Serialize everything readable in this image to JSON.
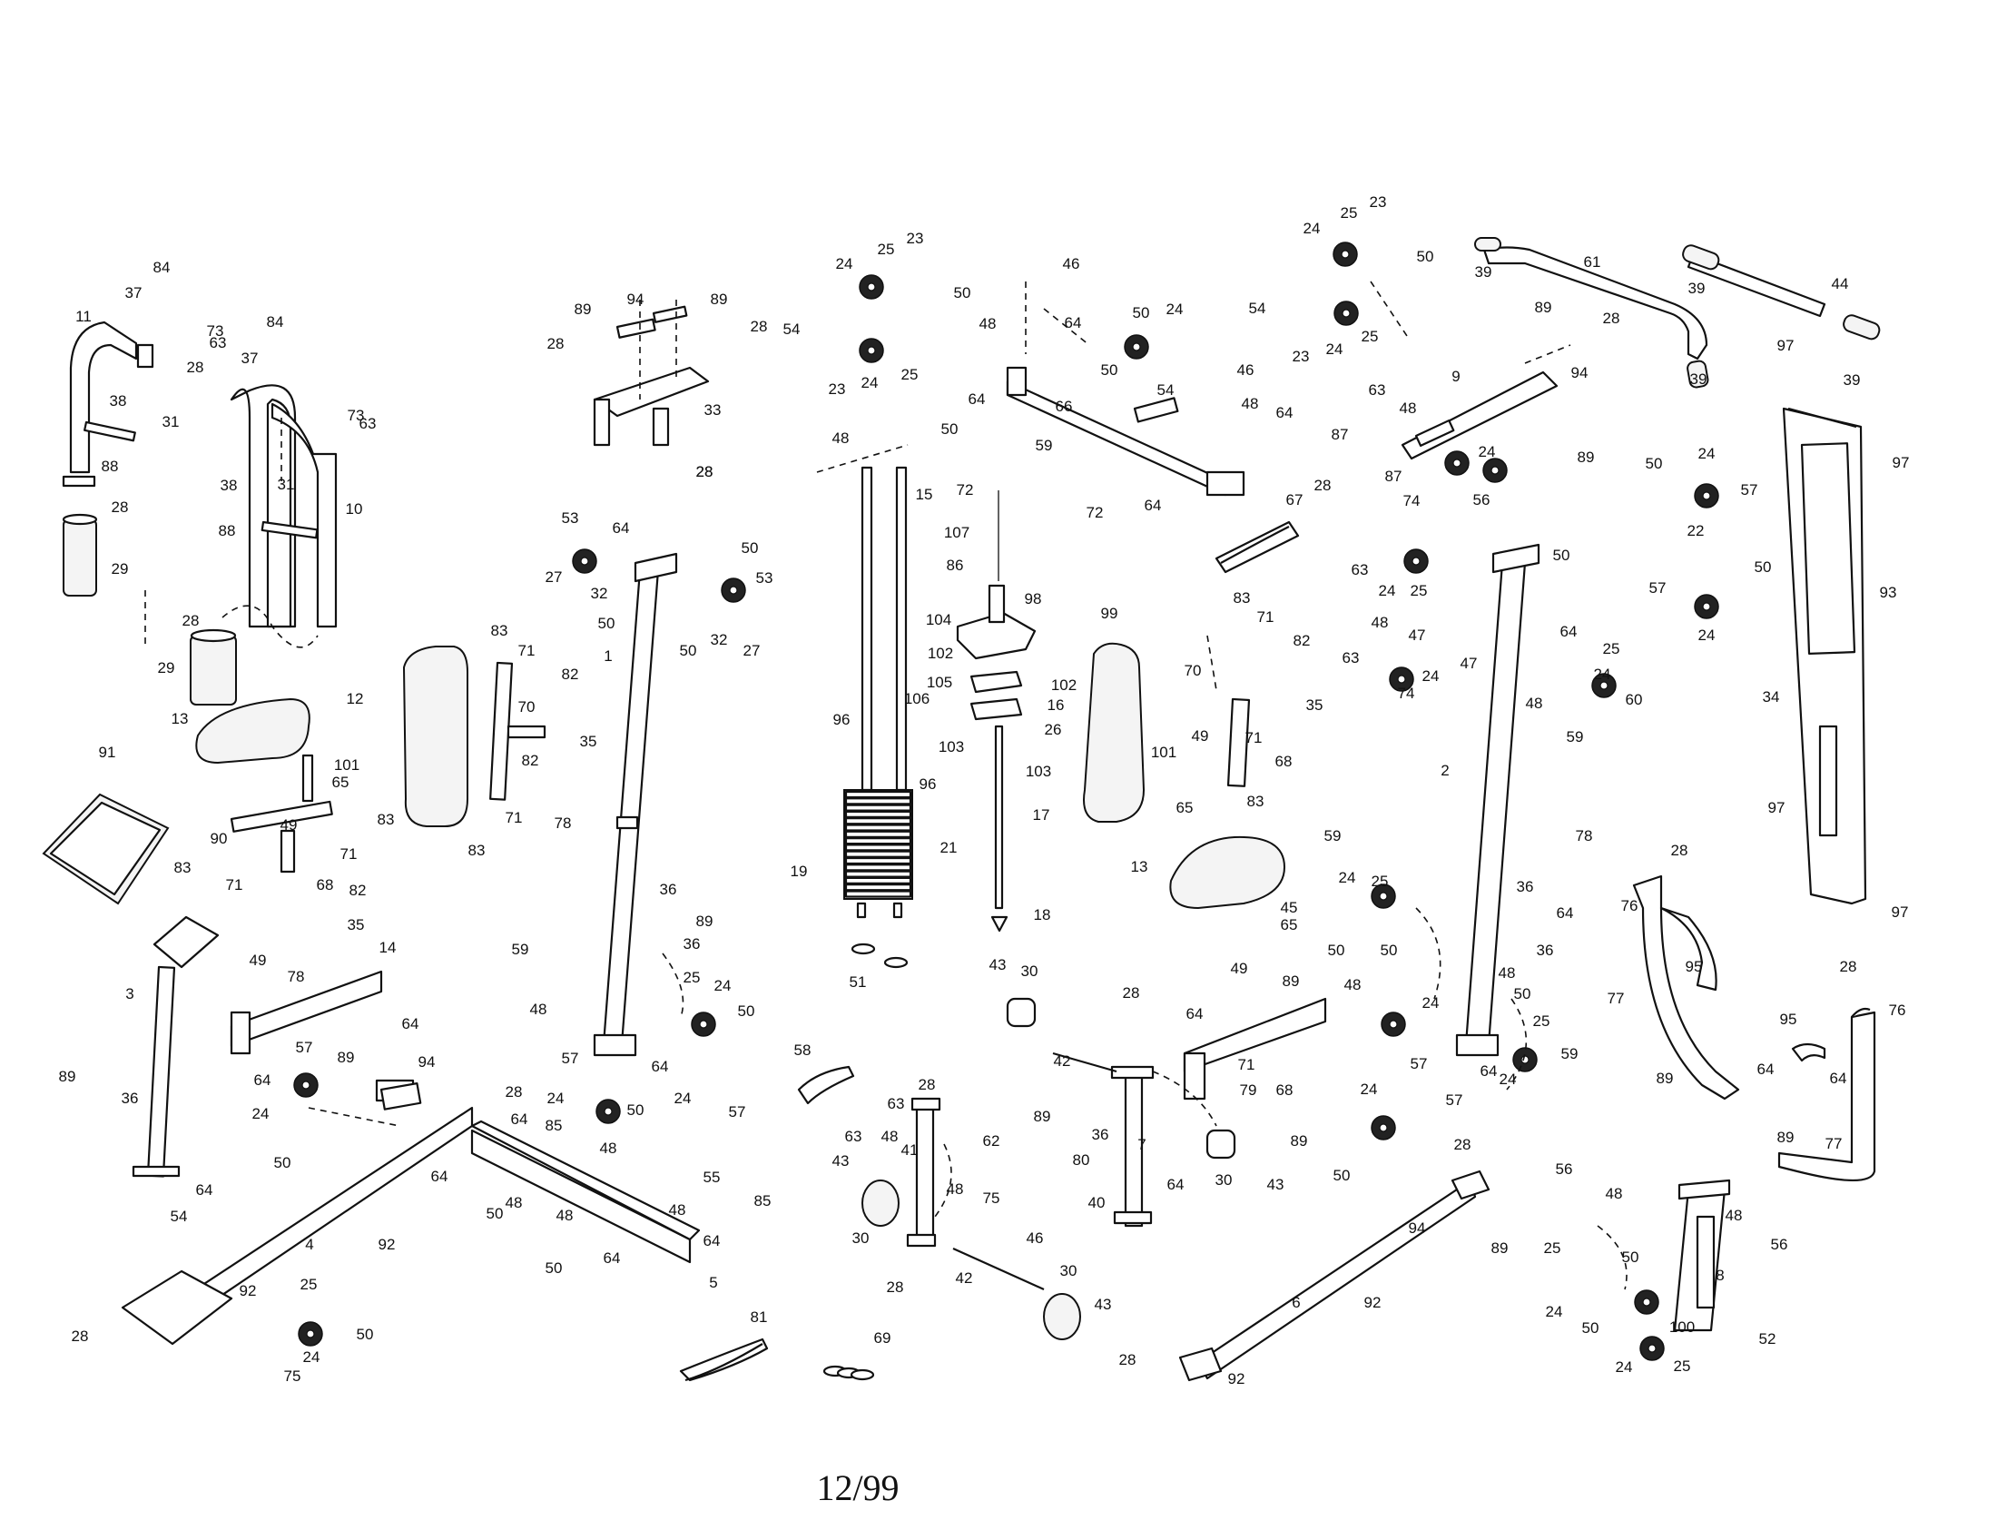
{
  "footer": {
    "date_code": "12/99"
  },
  "callouts": [
    {
      "id": "c84a",
      "label": "84"
    },
    {
      "id": "c37a",
      "label": "37"
    },
    {
      "id": "c11",
      "label": "11"
    },
    {
      "id": "c73a",
      "label": "73"
    },
    {
      "id": "c63a",
      "label": "63"
    },
    {
      "id": "c28a",
      "label": "28"
    },
    {
      "id": "c38a",
      "label": "38"
    },
    {
      "id": "c31a",
      "label": "31"
    },
    {
      "id": "c88a",
      "label": "88"
    },
    {
      "id": "c28b",
      "label": "28"
    },
    {
      "id": "c29a",
      "label": "29"
    },
    {
      "id": "c84b",
      "label": "84"
    },
    {
      "id": "c37b",
      "label": "37"
    },
    {
      "id": "c73b",
      "label": "73"
    },
    {
      "id": "c63b",
      "label": "63"
    },
    {
      "id": "c38b",
      "label": "38"
    },
    {
      "id": "c31b",
      "label": "31"
    },
    {
      "id": "c10",
      "label": "10"
    },
    {
      "id": "c88b",
      "label": "88"
    },
    {
      "id": "c28c",
      "label": "28"
    },
    {
      "id": "c29b",
      "label": "29"
    },
    {
      "id": "c13a",
      "label": "13"
    },
    {
      "id": "c12",
      "label": "12"
    },
    {
      "id": "c91",
      "label": "91"
    },
    {
      "id": "c101a",
      "label": "101"
    },
    {
      "id": "c65a",
      "label": "65"
    },
    {
      "id": "c49a",
      "label": "49"
    },
    {
      "id": "c90",
      "label": "90"
    },
    {
      "id": "c83a",
      "label": "83"
    },
    {
      "id": "c71a",
      "label": "71"
    },
    {
      "id": "c68a",
      "label": "68"
    },
    {
      "id": "c83b",
      "label": "83"
    },
    {
      "id": "c71b",
      "label": "71"
    },
    {
      "id": "c82a",
      "label": "82"
    },
    {
      "id": "c35a",
      "label": "35"
    },
    {
      "id": "c83c",
      "label": "83"
    },
    {
      "id": "c71c",
      "label": "71"
    },
    {
      "id": "c82b",
      "label": "82"
    },
    {
      "id": "c70a",
      "label": "70"
    },
    {
      "id": "c35b",
      "label": "35"
    },
    {
      "id": "c82c",
      "label": "82"
    },
    {
      "id": "c71d",
      "label": "71"
    },
    {
      "id": "c83d",
      "label": "83"
    },
    {
      "id": "c3",
      "label": "3"
    },
    {
      "id": "c49b",
      "label": "49"
    },
    {
      "id": "c78a",
      "label": "78"
    },
    {
      "id": "c14",
      "label": "14"
    },
    {
      "id": "c64a",
      "label": "64"
    },
    {
      "id": "c64b",
      "label": "64"
    },
    {
      "id": "c89a",
      "label": "89"
    },
    {
      "id": "c36a",
      "label": "36"
    },
    {
      "id": "c64c",
      "label": "64"
    },
    {
      "id": "c89b",
      "label": "89"
    },
    {
      "id": "c94a",
      "label": "94"
    },
    {
      "id": "c28d",
      "label": "28"
    },
    {
      "id": "c28e",
      "label": "28"
    },
    {
      "id": "c33",
      "label": "33"
    },
    {
      "id": "c28f",
      "label": "28"
    },
    {
      "id": "c89c",
      "label": "89"
    },
    {
      "id": "c28g",
      "label": "28"
    },
    {
      "id": "c53a",
      "label": "53"
    },
    {
      "id": "c64d",
      "label": "64"
    },
    {
      "id": "c50a",
      "label": "50"
    },
    {
      "id": "c27a",
      "label": "27"
    },
    {
      "id": "c32a",
      "label": "32"
    },
    {
      "id": "c50b",
      "label": "50"
    },
    {
      "id": "c50c",
      "label": "50"
    },
    {
      "id": "c32b",
      "label": "32"
    },
    {
      "id": "c53b",
      "label": "53"
    },
    {
      "id": "c27b",
      "label": "27"
    },
    {
      "id": "c1",
      "label": "1"
    },
    {
      "id": "c78b",
      "label": "78"
    },
    {
      "id": "c36b",
      "label": "36"
    },
    {
      "id": "c89d",
      "label": "89"
    },
    {
      "id": "c36c",
      "label": "36"
    },
    {
      "id": "c59a",
      "label": "59"
    },
    {
      "id": "c48a",
      "label": "48"
    },
    {
      "id": "c25a",
      "label": "25"
    },
    {
      "id": "c24a",
      "label": "24"
    },
    {
      "id": "c50d",
      "label": "50"
    },
    {
      "id": "c64e",
      "label": "64"
    },
    {
      "id": "c57a",
      "label": "57"
    },
    {
      "id": "c24b",
      "label": "24"
    },
    {
      "id": "c50e",
      "label": "50"
    },
    {
      "id": "c89e",
      "label": "89"
    },
    {
      "id": "c94b",
      "label": "94"
    },
    {
      "id": "c28h",
      "label": "28"
    },
    {
      "id": "c64f",
      "label": "64"
    },
    {
      "id": "c64g",
      "label": "64"
    },
    {
      "id": "c85a",
      "label": "85"
    },
    {
      "id": "c57b",
      "label": "57"
    },
    {
      "id": "c24c",
      "label": "24"
    },
    {
      "id": "c50f",
      "label": "50"
    },
    {
      "id": "c24d",
      "label": "24"
    },
    {
      "id": "c57c",
      "label": "57"
    },
    {
      "id": "c48b",
      "label": "48"
    },
    {
      "id": "c55",
      "label": "55"
    },
    {
      "id": "c48c",
      "label": "48"
    },
    {
      "id": "c85b",
      "label": "85"
    },
    {
      "id": "c50g",
      "label": "50"
    },
    {
      "id": "c48d",
      "label": "48"
    },
    {
      "id": "c48e",
      "label": "48"
    },
    {
      "id": "c50h",
      "label": "50"
    },
    {
      "id": "c64h",
      "label": "64"
    },
    {
      "id": "c64i",
      "label": "64"
    },
    {
      "id": "c5",
      "label": "5"
    },
    {
      "id": "c54a",
      "label": "54"
    },
    {
      "id": "c4",
      "label": "4"
    },
    {
      "id": "c92a",
      "label": "92"
    },
    {
      "id": "c92b",
      "label": "92"
    },
    {
      "id": "c25b",
      "label": "25"
    },
    {
      "id": "c24e",
      "label": "24"
    },
    {
      "id": "c50i",
      "label": "50"
    },
    {
      "id": "c28i",
      "label": "28"
    },
    {
      "id": "c75a",
      "label": "75"
    },
    {
      "id": "c24f",
      "label": "24"
    },
    {
      "id": "c25c",
      "label": "25"
    },
    {
      "id": "c23a",
      "label": "23"
    },
    {
      "id": "c50j",
      "label": "50"
    },
    {
      "id": "c54b",
      "label": "54"
    },
    {
      "id": "c23b",
      "label": "23"
    },
    {
      "id": "c24g",
      "label": "24"
    },
    {
      "id": "c25d",
      "label": "25"
    },
    {
      "id": "c48f",
      "label": "48"
    },
    {
      "id": "c50k",
      "label": "50"
    },
    {
      "id": "c15",
      "label": "15"
    },
    {
      "id": "c96a",
      "label": "96"
    },
    {
      "id": "c96b",
      "label": "96"
    },
    {
      "id": "c21",
      "label": "21"
    },
    {
      "id": "c19",
      "label": "19"
    },
    {
      "id": "c51",
      "label": "51"
    },
    {
      "id": "c72a",
      "label": "72"
    },
    {
      "id": "c107",
      "label": "107"
    },
    {
      "id": "c86",
      "label": "86"
    },
    {
      "id": "c98",
      "label": "98"
    },
    {
      "id": "c104",
      "label": "104"
    },
    {
      "id": "c102a",
      "label": "102"
    },
    {
      "id": "c102b",
      "label": "102"
    },
    {
      "id": "c105",
      "label": "105"
    },
    {
      "id": "c106",
      "label": "106"
    },
    {
      "id": "c16",
      "label": "16"
    },
    {
      "id": "c26",
      "label": "26"
    },
    {
      "id": "c103a",
      "label": "103"
    },
    {
      "id": "c103b",
      "label": "103"
    },
    {
      "id": "c17",
      "label": "17"
    },
    {
      "id": "c18",
      "label": "18"
    },
    {
      "id": "c58",
      "label": "58"
    },
    {
      "id": "c81",
      "label": "81"
    },
    {
      "id": "c69",
      "label": "69"
    },
    {
      "id": "c63c",
      "label": "63"
    },
    {
      "id": "c28j",
      "label": "28"
    },
    {
      "id": "c63d",
      "label": "63"
    },
    {
      "id": "c48g",
      "label": "48"
    },
    {
      "id": "c41",
      "label": "41"
    },
    {
      "id": "c62",
      "label": "62"
    },
    {
      "id": "c43a",
      "label": "43"
    },
    {
      "id": "c48h",
      "label": "48"
    },
    {
      "id": "c75b",
      "label": "75"
    },
    {
      "id": "c46a",
      "label": "46"
    },
    {
      "id": "c30a",
      "label": "30"
    },
    {
      "id": "c42a",
      "label": "42"
    },
    {
      "id": "c30b",
      "label": "30"
    },
    {
      "id": "c43b",
      "label": "43"
    },
    {
      "id": "c28k",
      "label": "28"
    },
    {
      "id": "c46b",
      "label": "46"
    },
    {
      "id": "c48i",
      "label": "48"
    },
    {
      "id": "c64j",
      "label": "64"
    },
    {
      "id": "c50l",
      "label": "50"
    },
    {
      "id": "c24h",
      "label": "24"
    },
    {
      "id": "c66",
      "label": "66"
    },
    {
      "id": "c50m",
      "label": "50"
    },
    {
      "id": "c54c",
      "label": "54"
    },
    {
      "id": "c64k",
      "label": "64"
    },
    {
      "id": "c46c",
      "label": "46"
    },
    {
      "id": "c48j",
      "label": "48"
    },
    {
      "id": "c64l",
      "label": "64"
    },
    {
      "id": "c59b",
      "label": "59"
    },
    {
      "id": "c72b",
      "label": "72"
    },
    {
      "id": "c64m",
      "label": "64"
    },
    {
      "id": "c99",
      "label": "99"
    },
    {
      "id": "c13b",
      "label": "13"
    },
    {
      "id": "c43c",
      "label": "43"
    },
    {
      "id": "c30c",
      "label": "30"
    },
    {
      "id": "c42b",
      "label": "42"
    },
    {
      "id": "c28l",
      "label": "28"
    },
    {
      "id": "c89f",
      "label": "89"
    },
    {
      "id": "c36d",
      "label": "36"
    },
    {
      "id": "c80",
      "label": "80"
    },
    {
      "id": "c40",
      "label": "40"
    },
    {
      "id": "c7",
      "label": "7"
    },
    {
      "id": "c64n",
      "label": "64"
    },
    {
      "id": "c30d",
      "label": "30"
    },
    {
      "id": "c43d",
      "label": "43"
    },
    {
      "id": "c45",
      "label": "45"
    },
    {
      "id": "c65b",
      "label": "65"
    },
    {
      "id": "c49c",
      "label": "49"
    },
    {
      "id": "c89g",
      "label": "89"
    },
    {
      "id": "c64o",
      "label": "64"
    },
    {
      "id": "c71e",
      "label": "71"
    },
    {
      "id": "c79",
      "label": "79"
    },
    {
      "id": "c68b",
      "label": "68"
    },
    {
      "id": "c89h",
      "label": "89"
    },
    {
      "id": "c83e",
      "label": "83"
    },
    {
      "id": "c71f",
      "label": "71"
    },
    {
      "id": "c82d",
      "label": "82"
    },
    {
      "id": "c70b",
      "label": "70"
    },
    {
      "id": "c35c",
      "label": "35"
    },
    {
      "id": "c101b",
      "label": "101"
    },
    {
      "id": "c49d",
      "label": "49"
    },
    {
      "id": "c65c",
      "label": "65"
    },
    {
      "id": "c71g",
      "label": "71"
    },
    {
      "id": "c68c",
      "label": "68"
    },
    {
      "id": "c83f",
      "label": "83"
    },
    {
      "id": "c67",
      "label": "67"
    },
    {
      "id": "c24i",
      "label": "24"
    },
    {
      "id": "c25e",
      "label": "25"
    },
    {
      "id": "c23c",
      "label": "23"
    },
    {
      "id": "c50n",
      "label": "50"
    },
    {
      "id": "c54d",
      "label": "54"
    },
    {
      "id": "c23d",
      "label": "23"
    },
    {
      "id": "c24j",
      "label": "24"
    },
    {
      "id": "c25f",
      "label": "25"
    },
    {
      "id": "c89i",
      "label": "89"
    },
    {
      "id": "c28m",
      "label": "28"
    },
    {
      "id": "c9",
      "label": "9"
    },
    {
      "id": "c94c",
      "label": "94"
    },
    {
      "id": "c63e",
      "label": "63"
    },
    {
      "id": "c48k",
      "label": "48"
    },
    {
      "id": "c87a",
      "label": "87"
    },
    {
      "id": "c24k",
      "label": "24"
    },
    {
      "id": "c89j",
      "label": "89"
    },
    {
      "id": "c28n",
      "label": "28"
    },
    {
      "id": "c87b",
      "label": "87"
    },
    {
      "id": "c74a",
      "label": "74"
    },
    {
      "id": "c56a",
      "label": "56"
    },
    {
      "id": "c63f",
      "label": "63"
    },
    {
      "id": "c24l",
      "label": "24"
    },
    {
      "id": "c25g",
      "label": "25"
    },
    {
      "id": "c50o",
      "label": "50"
    },
    {
      "id": "c64p",
      "label": "64"
    },
    {
      "id": "c48l",
      "label": "48"
    },
    {
      "id": "c63g",
      "label": "63"
    },
    {
      "id": "c47a",
      "label": "47"
    },
    {
      "id": "c24m",
      "label": "24"
    },
    {
      "id": "c47b",
      "label": "47"
    },
    {
      "id": "c74b",
      "label": "74"
    },
    {
      "id": "c25h",
      "label": "25"
    },
    {
      "id": "c24n",
      "label": "24"
    },
    {
      "id": "c60",
      "label": "60"
    },
    {
      "id": "c48m",
      "label": "48"
    },
    {
      "id": "c59c",
      "label": "59"
    },
    {
      "id": "c2",
      "label": "2"
    },
    {
      "id": "c78c",
      "label": "78"
    },
    {
      "id": "c59d",
      "label": "59"
    },
    {
      "id": "c24o",
      "label": "24"
    },
    {
      "id": "c25i",
      "label": "25"
    },
    {
      "id": "c36e",
      "label": "36"
    },
    {
      "id": "c64q",
      "label": "64"
    },
    {
      "id": "c36f",
      "label": "36"
    },
    {
      "id": "c50p",
      "label": "50"
    },
    {
      "id": "c50q",
      "label": "50"
    },
    {
      "id": "c48n",
      "label": "48"
    },
    {
      "id": "c48o",
      "label": "48"
    },
    {
      "id": "c50r",
      "label": "50"
    },
    {
      "id": "c24p",
      "label": "24"
    },
    {
      "id": "c57d",
      "label": "57"
    },
    {
      "id": "c25j",
      "label": "25"
    },
    {
      "id": "c64r",
      "label": "64"
    },
    {
      "id": "c24q",
      "label": "24"
    },
    {
      "id": "c59e",
      "label": "59"
    },
    {
      "id": "c24r",
      "label": "24"
    },
    {
      "id": "c57e",
      "label": "57"
    },
    {
      "id": "c50s",
      "label": "50"
    },
    {
      "id": "c28o",
      "label": "28"
    },
    {
      "id": "c94d",
      "label": "94"
    },
    {
      "id": "c89k",
      "label": "89"
    },
    {
      "id": "c6",
      "label": "6"
    },
    {
      "id": "c92c",
      "label": "92"
    },
    {
      "id": "c28p",
      "label": "28"
    },
    {
      "id": "c92d",
      "label": "92"
    },
    {
      "id": "c39a",
      "label": "39"
    },
    {
      "id": "c61",
      "label": "61"
    },
    {
      "id": "c39b",
      "label": "39"
    },
    {
      "id": "c44",
      "label": "44"
    },
    {
      "id": "c39c",
      "label": "39"
    },
    {
      "id": "c39d",
      "label": "39"
    },
    {
      "id": "c97a",
      "label": "97"
    },
    {
      "id": "c97b",
      "label": "97"
    },
    {
      "id": "c93",
      "label": "93"
    },
    {
      "id": "c34",
      "label": "34"
    },
    {
      "id": "c97c",
      "label": "97"
    },
    {
      "id": "c97d",
      "label": "97"
    },
    {
      "id": "c50t",
      "label": "50"
    },
    {
      "id": "c24s",
      "label": "24"
    },
    {
      "id": "c57f",
      "label": "57"
    },
    {
      "id": "c22",
      "label": "22"
    },
    {
      "id": "c50u",
      "label": "50"
    },
    {
      "id": "c57g",
      "label": "57"
    },
    {
      "id": "c24t",
      "label": "24"
    },
    {
      "id": "c28q",
      "label": "28"
    },
    {
      "id": "c76a",
      "label": "76"
    },
    {
      "id": "c95a",
      "label": "95"
    },
    {
      "id": "c77a",
      "label": "77"
    },
    {
      "id": "c64s",
      "label": "64"
    },
    {
      "id": "c89l",
      "label": "89"
    },
    {
      "id": "c28r",
      "label": "28"
    },
    {
      "id": "c76b",
      "label": "76"
    },
    {
      "id": "c95b",
      "label": "95"
    },
    {
      "id": "c64t",
      "label": "64"
    },
    {
      "id": "c89m",
      "label": "89"
    },
    {
      "id": "c77b",
      "label": "77"
    },
    {
      "id": "c56b",
      "label": "56"
    },
    {
      "id": "c48p",
      "label": "48"
    },
    {
      "id": "c48q",
      "label": "48"
    },
    {
      "id": "c56c",
      "label": "56"
    },
    {
      "id": "c25k",
      "label": "25"
    },
    {
      "id": "c50v",
      "label": "50"
    },
    {
      "id": "c8",
      "label": "8"
    },
    {
      "id": "c24u",
      "label": "24"
    },
    {
      "id": "c50w",
      "label": "50"
    },
    {
      "id": "c100",
      "label": "100"
    },
    {
      "id": "c52",
      "label": "52"
    },
    {
      "id": "c24v",
      "label": "24"
    },
    {
      "id": "c25l",
      "label": "25"
    }
  ]
}
